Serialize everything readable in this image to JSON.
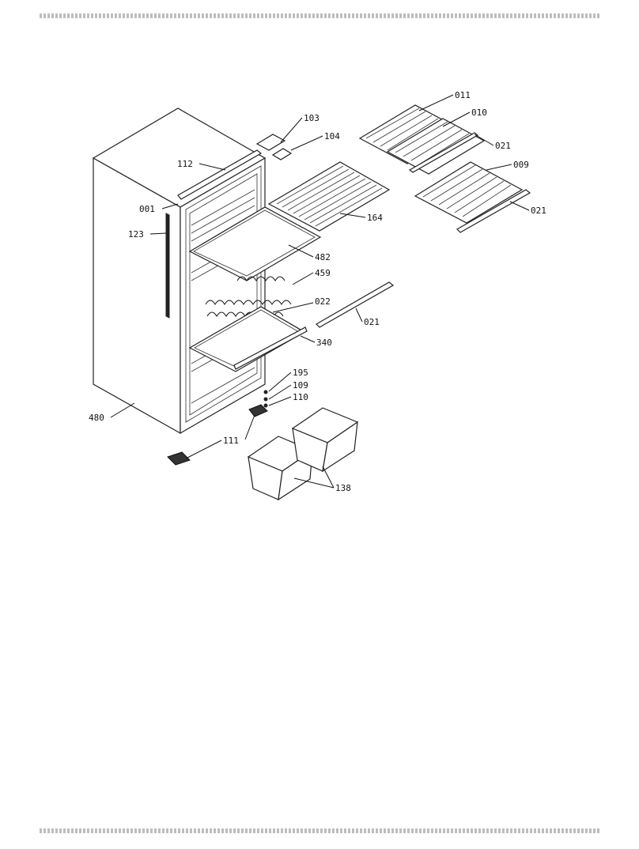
{
  "diagram": {
    "callouts": [
      "103",
      "104",
      "011",
      "010",
      "021",
      "112",
      "009",
      "001",
      "164",
      "021",
      "123",
      "482",
      "459",
      "022",
      "021",
      "340",
      "195",
      "109",
      "110",
      "480",
      "111",
      "138"
    ]
  }
}
